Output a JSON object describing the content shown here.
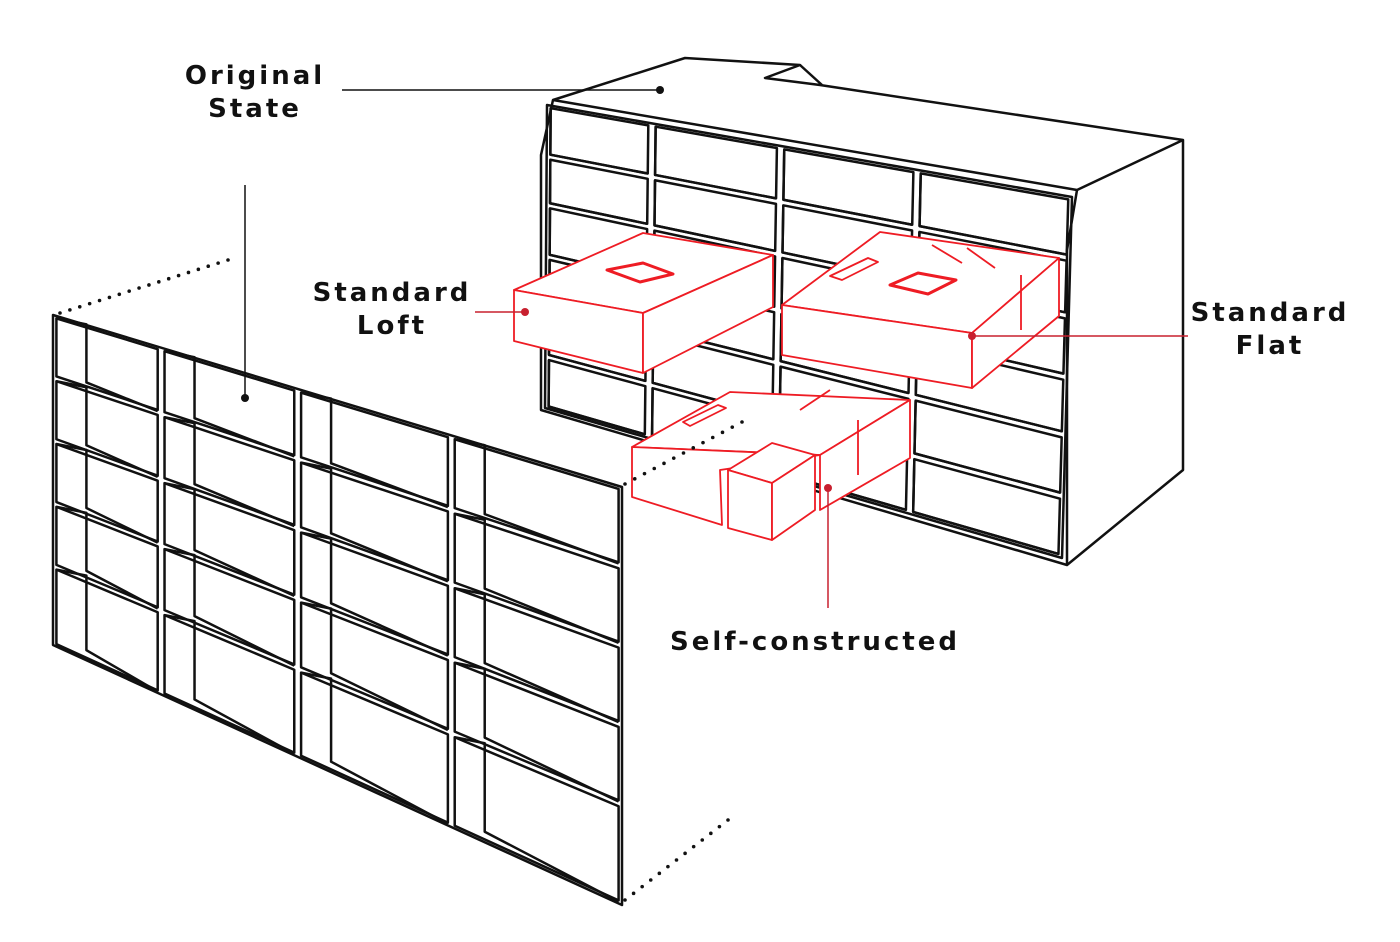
{
  "labels": {
    "original_state": [
      "Original",
      "State"
    ],
    "standard_loft": [
      "Standard",
      "Loft"
    ],
    "standard_flat": [
      "Standard",
      "Flat"
    ],
    "self_constructed": "Self-constructed"
  },
  "colors": {
    "structure": "#111111",
    "module": "#ee1c24",
    "leader_dot_module": "#c8202f",
    "leader_dot_structure": "#111111"
  }
}
